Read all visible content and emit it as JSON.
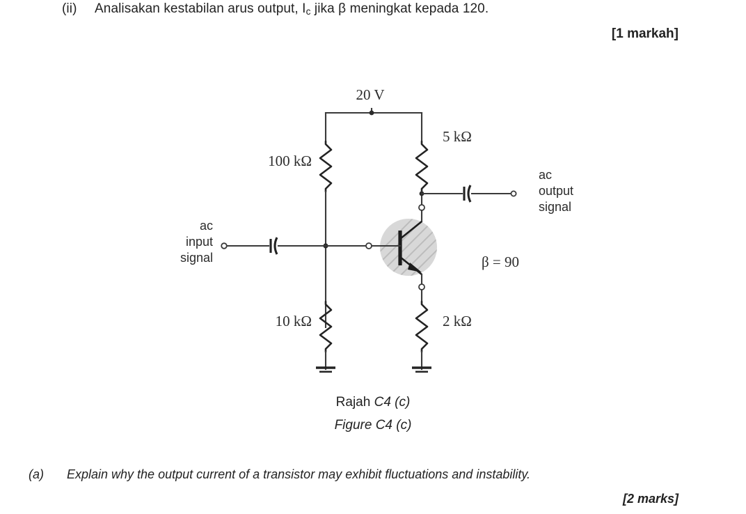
{
  "question_ii": {
    "marker": "(ii)",
    "text_prefix": "Analisakan kestabilan arus output, I",
    "text_subscript": "c",
    "text_suffix": " jika β meningkat kepada 120.",
    "marks": "[1 markah]"
  },
  "figure": {
    "caption_ms_plain": "Rajah ",
    "caption_ms_italic": "C4 (c)",
    "caption_en": "Figure C4 (c)",
    "supply_label": "20 V",
    "r_bias_upper": "100 kΩ",
    "r_bias_lower": "10 kΩ",
    "r_collector": "5 kΩ",
    "r_emitter": "2 kΩ",
    "beta_label": "β = 90",
    "input_label_line1": "ac",
    "input_label_line2": "input",
    "input_label_line3": "signal",
    "output_label_line1": "ac",
    "output_label_line2": "output",
    "output_label_line3": "signal"
  },
  "question_a": {
    "marker": "(a)",
    "text": "Explain why the output current of a transistor may exhibit fluctuations and instability.",
    "marks": "[2 marks]"
  },
  "colors": {
    "ink": "#2b2b2b",
    "wire": "#3a3a3a",
    "transistor_fill": "#c9c9c9",
    "page_background": "#ffffff"
  }
}
